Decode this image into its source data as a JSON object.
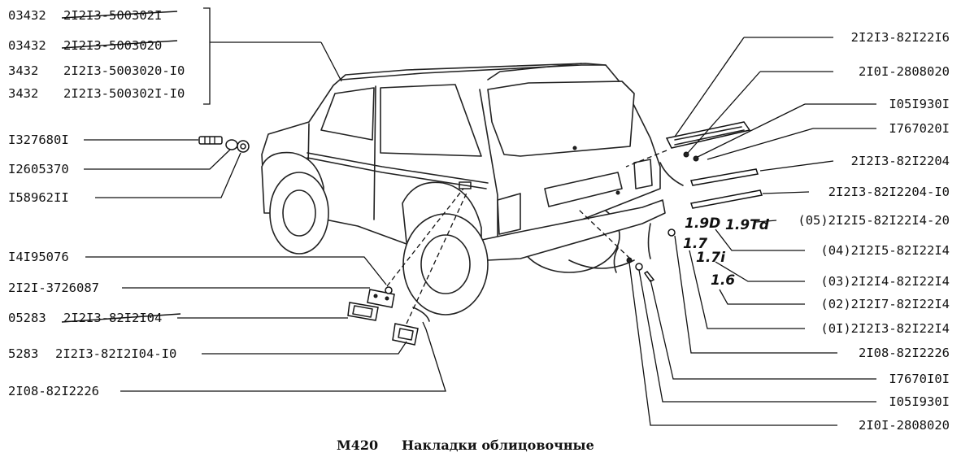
{
  "left_labels": [
    {
      "code": "03432",
      "part": "2I2I3-500302I",
      "struck": true
    },
    {
      "code": "03432",
      "part": "2I2I3-5003020",
      "struck": true
    },
    {
      "code": "3432",
      "part": "2I2I3-5003020-I0",
      "struck": false
    },
    {
      "code": "3432",
      "part": "2I2I3-500302I-I0",
      "struck": false
    },
    {
      "code": "",
      "part": "I327680I",
      "struck": false
    },
    {
      "code": "",
      "part": "I2605370",
      "struck": false
    },
    {
      "code": "",
      "part": "I58962II",
      "struck": false
    },
    {
      "code": "",
      "part": "I4I95076",
      "struck": false
    },
    {
      "code": "",
      "part": "2I2I-3726087",
      "struck": false
    },
    {
      "code": "05283",
      "part": "2I2I3-82I2I04",
      "struck": true
    },
    {
      "code": "5283",
      "part": "2I2I3-82I2I04-I0",
      "struck": false
    },
    {
      "code": "",
      "part": "2I08-82I2226",
      "struck": false
    }
  ],
  "right_labels": [
    "2I2I3-82I22I6",
    "2I0I-2808020",
    "I05I930I",
    "I767020I",
    "2I2I3-82I2204",
    "2I2I3-82I2204-I0",
    "(05)2I2I5-82I22I4-20",
    "(04)2I2I5-82I22I4",
    "(03)2I2I4-82I22I4",
    "(02)2I2I7-82I22I4",
    "(0I)2I2I3-82I22I4",
    "2I08-82I2226",
    "I7670I0I",
    "I05I930I",
    "2I0I-2808020"
  ],
  "emblems": [
    "1.9D",
    "1.9Td",
    "1.7",
    "1.7i",
    "1.6"
  ],
  "caption": {
    "code": "M420",
    "title": "Накладки облицовочные"
  }
}
